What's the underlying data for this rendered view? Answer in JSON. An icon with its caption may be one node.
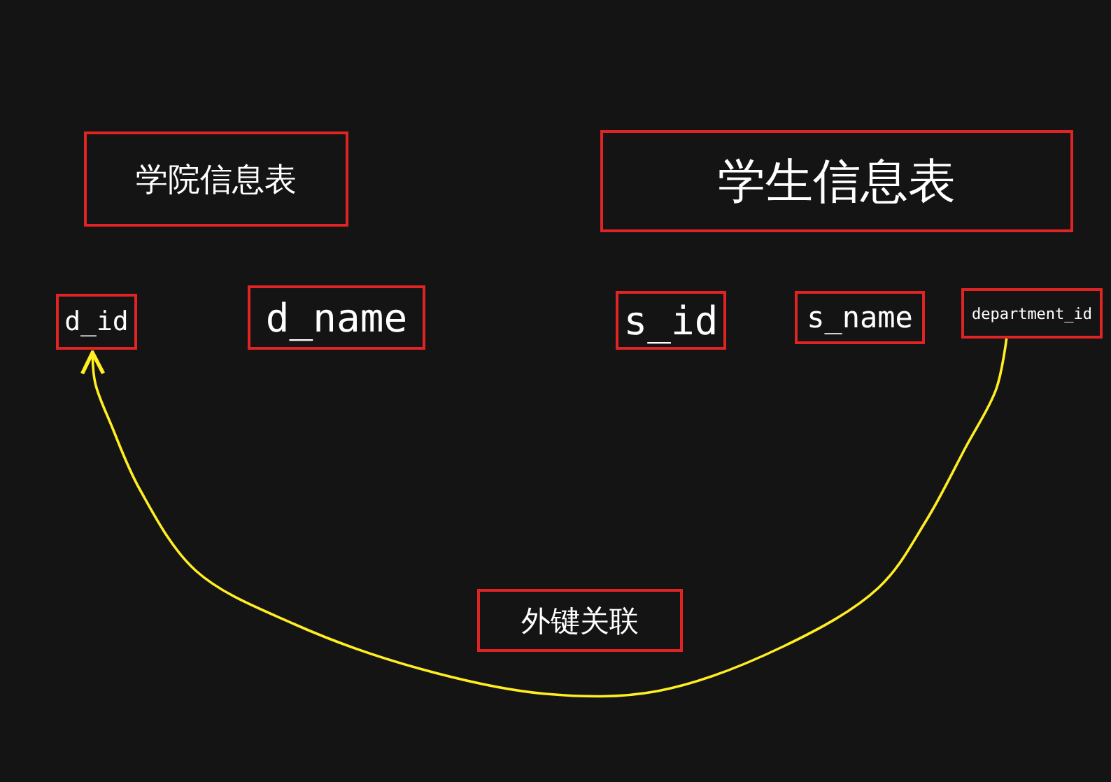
{
  "diagram": {
    "nodes": [
      {
        "text": [
          "学院信息表"
        ]
      },
      {
        "text": [
          "d_id"
        ]
      },
      {
        "text": [
          "d_name"
        ]
      },
      {
        "text": [
          "学生信息表"
        ]
      },
      {
        "text": [
          "s_id"
        ]
      },
      {
        "text": [
          "s_name"
        ]
      },
      {
        "text": [
          "department_id"
        ]
      },
      {
        "text": [
          "外键关联"
        ]
      }
    ],
    "edges": [
      {
        "from": 6,
        "to": 1,
        "arrow": "to"
      }
    ]
  }
}
